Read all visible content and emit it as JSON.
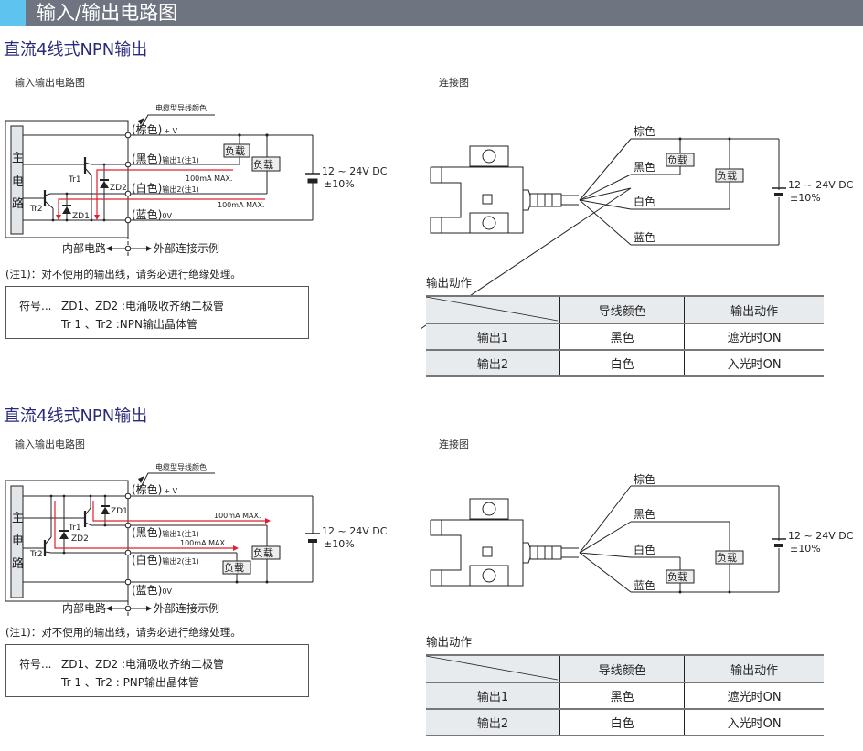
{
  "banner": {
    "title": "输入/输出电路图",
    "accent_color": "#5ec3ef",
    "bar_color": "#6f7580"
  },
  "sections": [
    {
      "title": "直流4线式NPN输出",
      "circuit_label": "输入输出电路图",
      "connection_label": "连接图",
      "circuit": {
        "main_circuit": [
          "主",
          "电",
          "路"
        ],
        "cable_color_label": "电缆型导线颜色",
        "wires": [
          {
            "color": "(棕色)",
            "suffix": "+ V"
          },
          {
            "color": "(黑色)",
            "suffix": "输出1(注1)"
          },
          {
            "color": "(白色)",
            "suffix": "输出2(注1)"
          },
          {
            "color": "(蓝色)",
            "suffix": "0V"
          }
        ],
        "tr1": "Tr1",
        "tr2": "Tr2",
        "zd1": "ZD1",
        "zd2": "ZD2",
        "load": "负载",
        "max_current": "100mA MAX.",
        "supply_line1": "12 ~ 24V  DC",
        "supply_line2": "±10%",
        "internal": "内部电路",
        "external": "外部连接示例"
      },
      "note": "(注1)：对不使用的输出线，请务必进行绝缘处理。",
      "symbols": {
        "prefix": "符号...",
        "line1": "ZD1、ZD2  :电涌吸收齐纳二极管",
        "line2": "Tr 1 、Tr2   :NPN输出晶体管"
      },
      "connection": {
        "wires": [
          "棕色",
          "黑色",
          "白色",
          "蓝色"
        ],
        "load": "负载",
        "supply_line1": "12 ~ 24V  DC",
        "supply_line2": "±10%"
      },
      "table": {
        "title": "输出动作",
        "headers": [
          "",
          "导线颜色",
          "输出动作"
        ],
        "rows": [
          [
            "输出1",
            "黑色",
            "遮光时ON"
          ],
          [
            "输出2",
            "白色",
            "入光时ON"
          ]
        ]
      }
    },
    {
      "title": "直流4线式NPN输出",
      "circuit_label": "输入输出电路图",
      "connection_label": "连接图",
      "circuit": {
        "main_circuit": [
          "主",
          "电",
          "路"
        ],
        "cable_color_label": "电缆型导线颜色",
        "wires": [
          {
            "color": "(棕色)",
            "suffix": "+ V"
          },
          {
            "color": "(黑色)",
            "suffix": "输出1(注1)"
          },
          {
            "color": "(白色)",
            "suffix": "输出2(注1)"
          },
          {
            "color": "(蓝色)",
            "suffix": "0V"
          }
        ],
        "tr1": "Tr1",
        "tr2": "Tr2",
        "zd1": "ZD1",
        "zd2": "ZD2",
        "load": "负载",
        "max_current": "100mA MAX.",
        "supply_line1": "12 ~ 24V  DC",
        "supply_line2": "±10%",
        "internal": "内部电路",
        "external": "外部连接示例"
      },
      "note": "(注1)：对不使用的输出线，请务必进行绝缘处理。",
      "symbols": {
        "prefix": "符号...",
        "line1": "ZD1、ZD2  :电涌吸收齐纳二极管",
        "line2": "Tr 1 、Tr2   : PNP输出晶体管"
      },
      "connection": {
        "wires": [
          "棕色",
          "黑色",
          "白色",
          "蓝色"
        ],
        "load": "负载",
        "supply_line1": "12 ~ 24V  DC",
        "supply_line2": "±10%"
      },
      "table": {
        "title": "输出动作",
        "headers": [
          "",
          "导线颜色",
          "输出动作"
        ],
        "rows": [
          [
            "输出1",
            "黑色",
            "遮光时ON"
          ],
          [
            "输出2",
            "白色",
            "入光时ON"
          ]
        ]
      }
    }
  ]
}
